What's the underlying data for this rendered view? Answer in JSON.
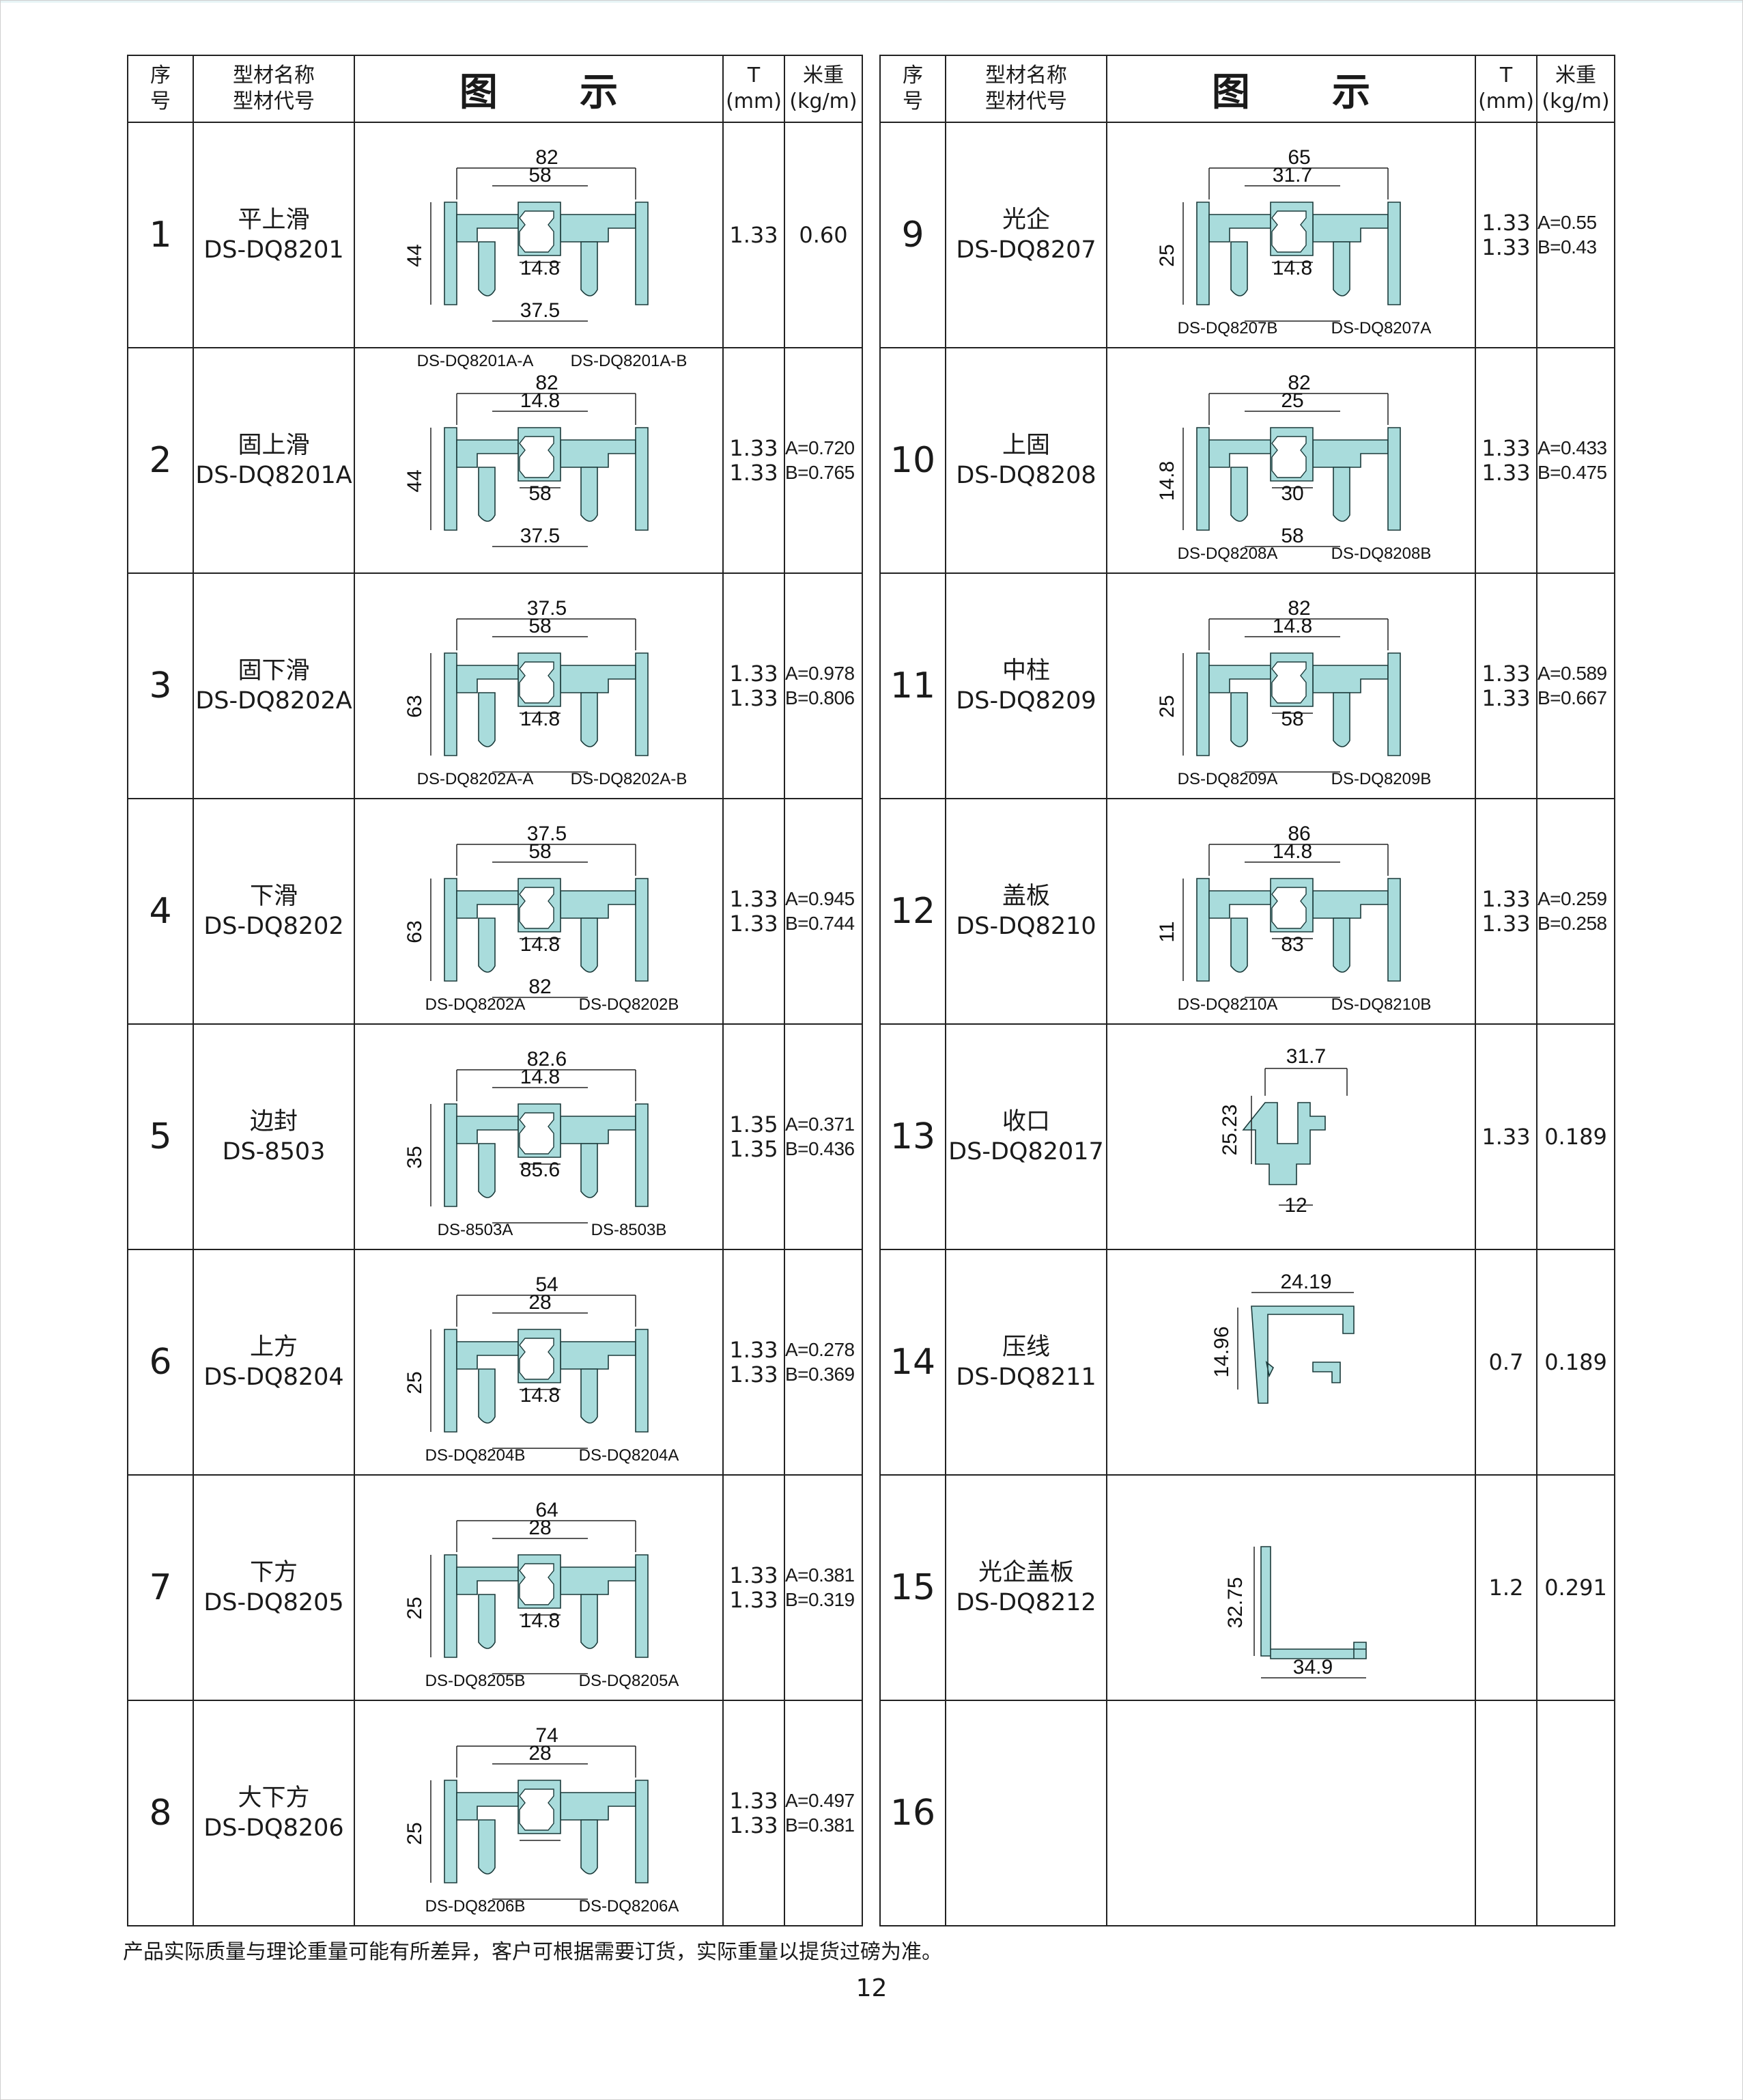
{
  "header": {
    "seq": "序号",
    "name": "型材名称",
    "code": "型材代号",
    "figure": "图 示",
    "t": "T",
    "t_unit": "(mm)",
    "weight": "米重",
    "weight_unit": "(kg/m)"
  },
  "left_rows": [
    {
      "no": "1",
      "name": "平上滑",
      "code": "DS-DQ8201",
      "t": [
        "1.33"
      ],
      "w": [
        "0.60"
      ],
      "dims": [
        "82",
        "58",
        "44",
        "14.8",
        "37.5"
      ],
      "subs": []
    },
    {
      "no": "2",
      "name": "固上滑",
      "code": "DS-DQ8201A",
      "t": [
        "1.33",
        "1.33"
      ],
      "w": [
        "A=0.720",
        "B=0.765"
      ],
      "dims": [
        "82",
        "14.8",
        "44",
        "58",
        "37.5"
      ],
      "subs": [
        "DS-DQ8201A-A",
        "DS-DQ8201A-B"
      ]
    },
    {
      "no": "3",
      "name": "固下滑",
      "code": "DS-DQ8202A",
      "t": [
        "1.33",
        "1.33"
      ],
      "w": [
        "A=0.978",
        "B=0.806"
      ],
      "dims": [
        "37.5",
        "58",
        "63",
        "14.8"
      ],
      "subs": [
        "DS-DQ8202A-A",
        "DS-DQ8202A-B"
      ]
    },
    {
      "no": "4",
      "name": "下滑",
      "code": "DS-DQ8202",
      "t": [
        "1.33",
        "1.33"
      ],
      "w": [
        "A=0.945",
        "B=0.744"
      ],
      "dims": [
        "37.5",
        "58",
        "63",
        "14.8",
        "82"
      ],
      "subs": [
        "DS-DQ8202A",
        "DS-DQ8202B"
      ]
    },
    {
      "no": "5",
      "name": "边封",
      "code": "DS-8503",
      "t": [
        "1.35",
        "1.35"
      ],
      "w": [
        "A=0.371",
        "B=0.436"
      ],
      "dims": [
        "82.6",
        "14.8",
        "35",
        "85.6"
      ],
      "subs": [
        "DS-8503A",
        "DS-8503B"
      ]
    },
    {
      "no": "6",
      "name": "上方",
      "code": "DS-DQ8204",
      "t": [
        "1.33",
        "1.33"
      ],
      "w": [
        "A=0.278",
        "B=0.369"
      ],
      "dims": [
        "54",
        "28",
        "25",
        "14.8"
      ],
      "subs": [
        "DS-DQ8204B",
        "DS-DQ8204A"
      ]
    },
    {
      "no": "7",
      "name": "下方",
      "code": "DS-DQ8205",
      "t": [
        "1.33",
        "1.33"
      ],
      "w": [
        "A=0.381",
        "B=0.319"
      ],
      "dims": [
        "64",
        "28",
        "25",
        "14.8"
      ],
      "subs": [
        "DS-DQ8205B",
        "DS-DQ8205A"
      ]
    },
    {
      "no": "8",
      "name": "大下方",
      "code": "DS-DQ8206",
      "t": [
        "1.33",
        "1.33"
      ],
      "w": [
        "A=0.497",
        "B=0.381"
      ],
      "dims": [
        "74",
        "28",
        "25"
      ],
      "subs": [
        "DS-DQ8206B",
        "DS-DQ8206A"
      ]
    }
  ],
  "right_rows": [
    {
      "no": "9",
      "name": "光企",
      "code": "DS-DQ8207",
      "t": [
        "1.33",
        "1.33"
      ],
      "w": [
        "A=0.55",
        "B=0.43"
      ],
      "dims": [
        "65",
        "31.7",
        "25",
        "14.8"
      ],
      "subs": [
        "DS-DQ8207B",
        "DS-DQ8207A"
      ]
    },
    {
      "no": "10",
      "name": "上固",
      "code": "DS-DQ8208",
      "t": [
        "1.33",
        "1.33"
      ],
      "w": [
        "A=0.433",
        "B=0.475"
      ],
      "dims": [
        "82",
        "25",
        "14.8",
        "30",
        "58"
      ],
      "subs": [
        "DS-DQ8208A",
        "DS-DQ8208B"
      ]
    },
    {
      "no": "11",
      "name": "中柱",
      "code": "DS-DQ8209",
      "t": [
        "1.33",
        "1.33"
      ],
      "w": [
        "A=0.589",
        "B=0.667"
      ],
      "dims": [
        "82",
        "14.8",
        "25",
        "58"
      ],
      "subs": [
        "DS-DQ8209A",
        "DS-DQ8209B"
      ]
    },
    {
      "no": "12",
      "name": "盖板",
      "code": "DS-DQ8210",
      "t": [
        "1.33",
        "1.33"
      ],
      "w": [
        "A=0.259",
        "B=0.258"
      ],
      "dims": [
        "86",
        "14.8",
        "11",
        "83"
      ],
      "subs": [
        "DS-DQ8210A",
        "DS-DQ8210B"
      ]
    },
    {
      "no": "13",
      "name": "收口",
      "code": "DS-DQ82017",
      "t": [
        "1.33"
      ],
      "w": [
        "0.189"
      ],
      "dims": [
        "31.7",
        "25.23",
        "12"
      ],
      "subs": []
    },
    {
      "no": "14",
      "name": "压线",
      "code": "DS-DQ8211",
      "t": [
        "0.7"
      ],
      "w": [
        "0.189"
      ],
      "dims": [
        "24.19",
        "14.96"
      ],
      "subs": []
    },
    {
      "no": "15",
      "name": "光企盖板",
      "code": "DS-DQ8212",
      "t": [
        "1.2"
      ],
      "w": [
        "0.291"
      ],
      "dims": [
        "32.75",
        "34.9"
      ],
      "subs": []
    },
    {
      "no": "16",
      "name": "",
      "code": "",
      "t": [],
      "w": [],
      "dims": [],
      "subs": []
    }
  ],
  "footer": {
    "note": "产品实际质量与理论重量可能有所差异，客户可根据需要订货，实际重量以提货过磅为准。",
    "page": "12"
  },
  "colors": {
    "profile_fill": "#a9dcdc",
    "profile_stroke": "#1b3a3a",
    "line": "#222222"
  }
}
